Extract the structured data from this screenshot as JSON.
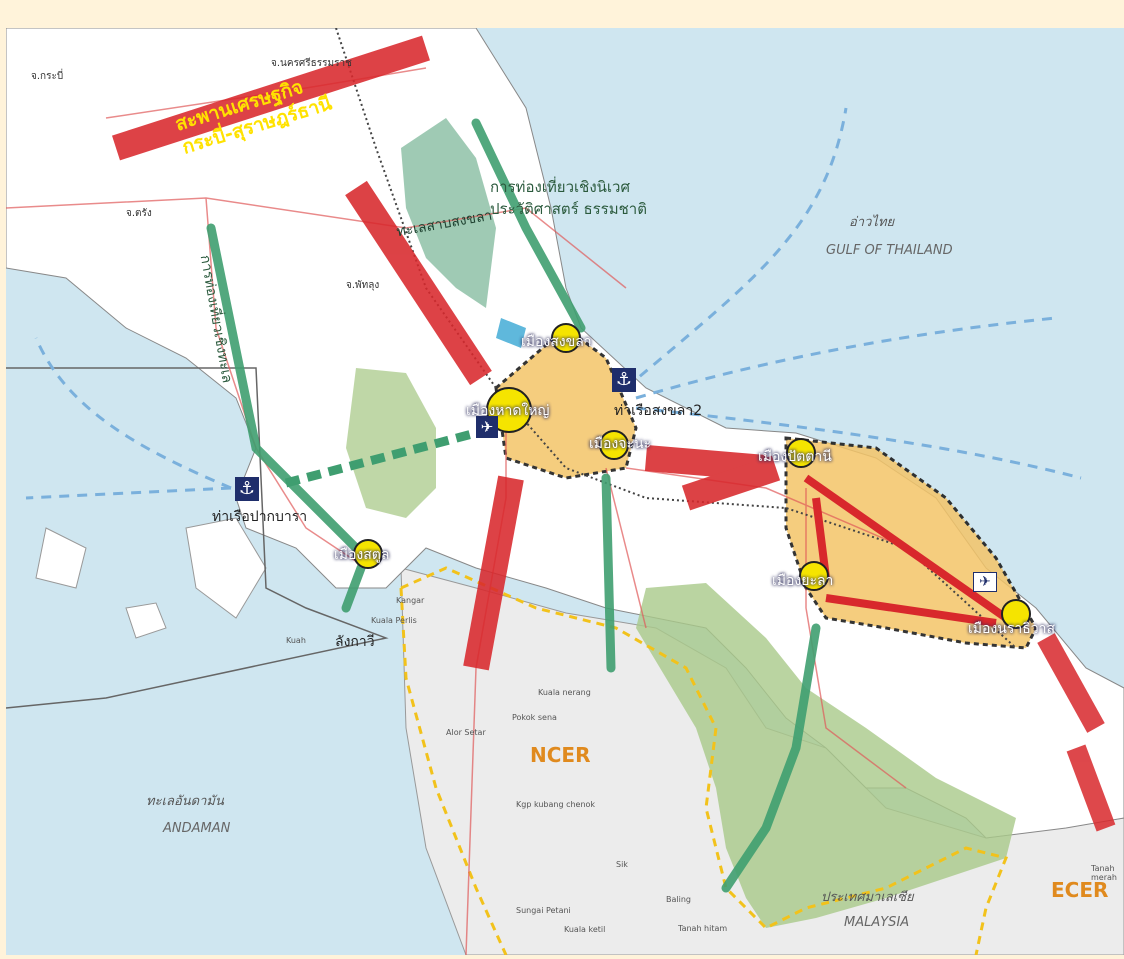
{
  "bridge": {
    "line1": "สะพานเศรษฐกิจ",
    "line2": "กระบี่-สุราษฎร์ธานี"
  },
  "eco_tourism": {
    "line1": "การท่องเที่ยวเชิงนิเวศ",
    "line2": "ประวัติศาสตร์ ธรรมชาติ"
  },
  "marine_tourism": "การท่องเที่ยวเชิงทะเล",
  "lake": "ทะเลสาบสงขลา",
  "gulf": {
    "th": "อ่าวไทย",
    "en": "GULF OF THAILAND"
  },
  "andaman": {
    "th": "ทะเลอันดามัน",
    "en": "ANDAMAN"
  },
  "malaysia": {
    "th": "ประเทศมาเลเซีย",
    "en": "MALAYSIA"
  },
  "zones": {
    "ncer": "NCER",
    "ecer": "ECER"
  },
  "provinces": {
    "krabi": "จ.กระบี่",
    "nakhon": "จ.นครศรีธรรมราช",
    "trang": "จ.ตรัง",
    "phatthalung": "จ.พัทลุง"
  },
  "cities": {
    "songkhla": "เมืองสงขลา",
    "hatyai": "เมืองหาดใหญ่",
    "chana": "เมืองจะนะ",
    "pattani": "เมืองปัตตานี",
    "yala": "เมืองยะลา",
    "narathiwat": "เมืองนราธิวาส",
    "satun": "เมืองสตูล"
  },
  "ports": {
    "songkhla2": "ท่าเรือสงขลา2",
    "pakbara": "ท่าเรือปากบารา"
  },
  "langkawi": "ลังกาวี",
  "small_places": [
    "Kangar",
    "Kuala Perlis",
    "Kuah",
    "Kuala nerang",
    "Pokok sena",
    "Alor Setar",
    "Kgp kubang chenok",
    "Sik",
    "Sungai Petani",
    "Kuala ketil",
    "Baling",
    "Tanah merah",
    "Tanah hitam"
  ],
  "icons": {
    "anchor": "anchor-icon",
    "airport": "airplane-icon"
  },
  "colors": {
    "sea": "#cfe6f0",
    "land": "#ffffff",
    "malaysia_land": "#ececec",
    "red_arrow": "#d8282c",
    "green_arrow": "#3f9e70",
    "cluster": "#f4c568",
    "forest": "#a9c98a",
    "city_dot": "#f5e400",
    "zone_border": "#f2c21b"
  }
}
